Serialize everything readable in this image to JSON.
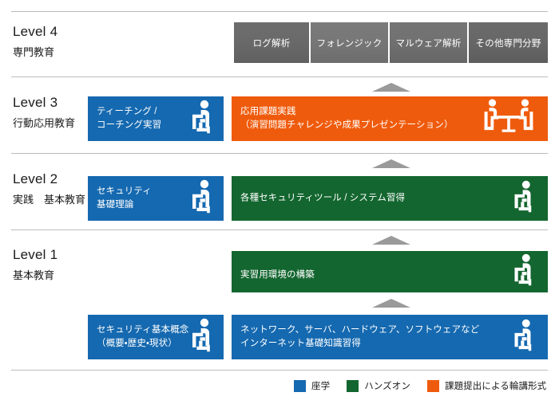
{
  "diagram": {
    "title_hidden": "",
    "levels": [
      {
        "id": "level4",
        "title": "Level 4",
        "subtitle": "専門教育",
        "boxes": [
          {
            "label": "ログ解析",
            "color": "#6a6a6a",
            "kind": "gray",
            "icon": "none"
          },
          {
            "label": "フォレンジック",
            "color": "#777777",
            "kind": "gray",
            "icon": "none"
          },
          {
            "label": "マルウェア解析",
            "color": "#717171",
            "kind": "gray",
            "icon": "none"
          },
          {
            "label": "その他専門分野",
            "color": "#676767",
            "kind": "gray",
            "icon": "none"
          }
        ]
      },
      {
        "id": "level3",
        "title": "Level 3",
        "subtitle": "行動応用教育",
        "boxes": [
          {
            "label": "ティーチング /\nコーチング実習",
            "color": "#1569b0",
            "kind": "blue",
            "icon": "person-seated-at-desk-icon"
          },
          {
            "label": "応用課題実践\n（演習問題チャレンジや成果プレゼンテーション）",
            "color": "#ef5b0c",
            "kind": "orange",
            "icon": "two-people-at-table-icon"
          }
        ]
      },
      {
        "id": "level2",
        "title": "Level 2",
        "subtitle": "実践　基本教育",
        "boxes": [
          {
            "label": "セキュリティ\n基礎理論",
            "color": "#1569b0",
            "kind": "blue",
            "icon": "person-seated-at-desk-icon"
          },
          {
            "label": "各種セキュリティツール / システム習得",
            "color": "#13662f",
            "kind": "green",
            "icon": "person-seated-at-desk-icon"
          }
        ]
      },
      {
        "id": "level1",
        "title": "Level 1",
        "subtitle": "基本教育",
        "boxes": [
          {
            "label": "実習用環境の構築",
            "color": "#13662f",
            "kind": "green",
            "icon": "person-seated-at-desk-icon"
          },
          {
            "label": "セキュリティ基本概念\n（概要・歴史・現状）",
            "color": "#1569b0",
            "kind": "blue",
            "icon": "person-seated-at-desk-icon"
          },
          {
            "label": "ネットワーク、サーバ、ハードウェア、ソフトウェアなど\nインターネット基礎知識習得",
            "color": "#1569b0",
            "kind": "blue",
            "icon": "person-seated-at-desk-icon"
          }
        ]
      }
    ],
    "arrows": {
      "count": 4,
      "color": "#9a9a9a",
      "direction": "up"
    },
    "legend": [
      {
        "label": "座学",
        "color": "#1569b0"
      },
      {
        "label": "ハンズオン",
        "color": "#13662f"
      },
      {
        "label": "課題提出による輪講形式",
        "color": "#ef5b0c"
      }
    ]
  }
}
